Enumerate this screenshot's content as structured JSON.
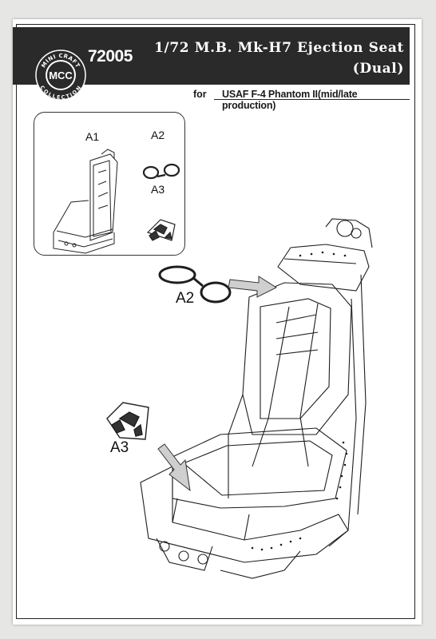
{
  "logo": {
    "arc_top": "MINI CRAFT",
    "arc_bottom": "COLLECTION",
    "initials": "MCC"
  },
  "header": {
    "product_number": "72005",
    "title_line1": "1/72 M.B. Mk-H7 Ejection Seat",
    "title_line2": "(Dual)",
    "background_color": "#2a2a2a"
  },
  "subtitle": {
    "prefix": "for",
    "text": "USAF F-4 Phantom II(mid/late production)"
  },
  "parts_box": {
    "labels": [
      "A1",
      "A2",
      "A3"
    ]
  },
  "assembly_callouts": {
    "a2": "A2",
    "a3": "A3"
  }
}
